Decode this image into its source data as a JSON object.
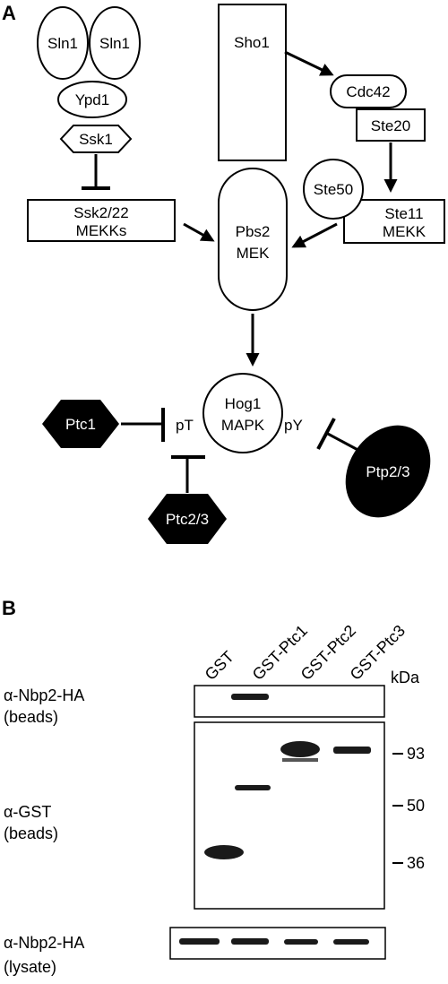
{
  "panel_a": {
    "label": "A",
    "nodes": {
      "sln1_left": "Sln1",
      "sln1_right": "Sln1",
      "ypd1": "Ypd1",
      "ssk1": "Ssk1",
      "ssk2_line1": "Ssk2/22",
      "ssk2_line2": "MEKKs",
      "sho1": "Sho1",
      "cdc42": "Cdc42",
      "ste20": "Ste20",
      "ste50": "Ste50",
      "ste11_line1": "Ste11",
      "ste11_line2": "MEKK",
      "pbs2_line1": "Pbs2",
      "pbs2_line2": "MEK",
      "hog1_line1": "Hog1",
      "hog1_line2": "MAPK",
      "pt": "pT",
      "py": "pY",
      "ptc1": "Ptc1",
      "ptc23": "Ptc2/3",
      "ptp23": "Ptp2/3"
    }
  },
  "panel_b": {
    "label": "B",
    "lanes": [
      "GST",
      "GST-Ptc1",
      "GST-Ptc2",
      "GST-Ptc3"
    ],
    "unit": "kDa",
    "markers": [
      "93",
      "50",
      "36"
    ],
    "blots": [
      {
        "line1": "α-Nbp2-HA",
        "line2": "(beads)"
      },
      {
        "line1": "α-GST",
        "line2": "(beads)"
      },
      {
        "line1": "α-Nbp2-HA",
        "line2": "(lysate)"
      }
    ]
  },
  "colors": {
    "ink": "#000000",
    "background": "#ffffff",
    "band": "#1a1a1a"
  }
}
